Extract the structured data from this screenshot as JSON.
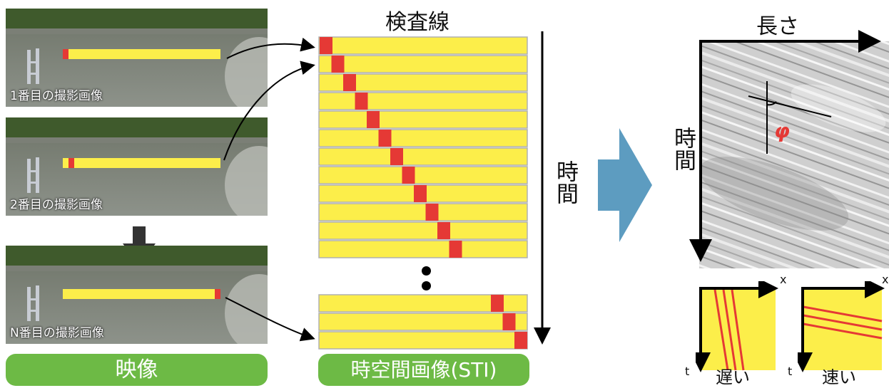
{
  "frames": [
    {
      "label": "1番目の撮影画像"
    },
    {
      "label": "2番目の撮影画像"
    },
    {
      "label": "N番目の撮影画像"
    }
  ],
  "video_label": "映像",
  "sti_label": "時空間画像(STI)",
  "inspection_line_label": "検査線",
  "time_label": "時間",
  "result": {
    "length_label": "長さ",
    "time_label": "時間",
    "angle_symbol": "φ"
  },
  "examples": {
    "x_label": "x",
    "t_label": "t",
    "slow_label": "遅い",
    "fast_label": "速い"
  },
  "colors": {
    "highlight_yellow": "#fcee4a",
    "marker_red": "#e53935",
    "label_green": "#6dba45",
    "arrow_blue": "#5d9cc0"
  }
}
